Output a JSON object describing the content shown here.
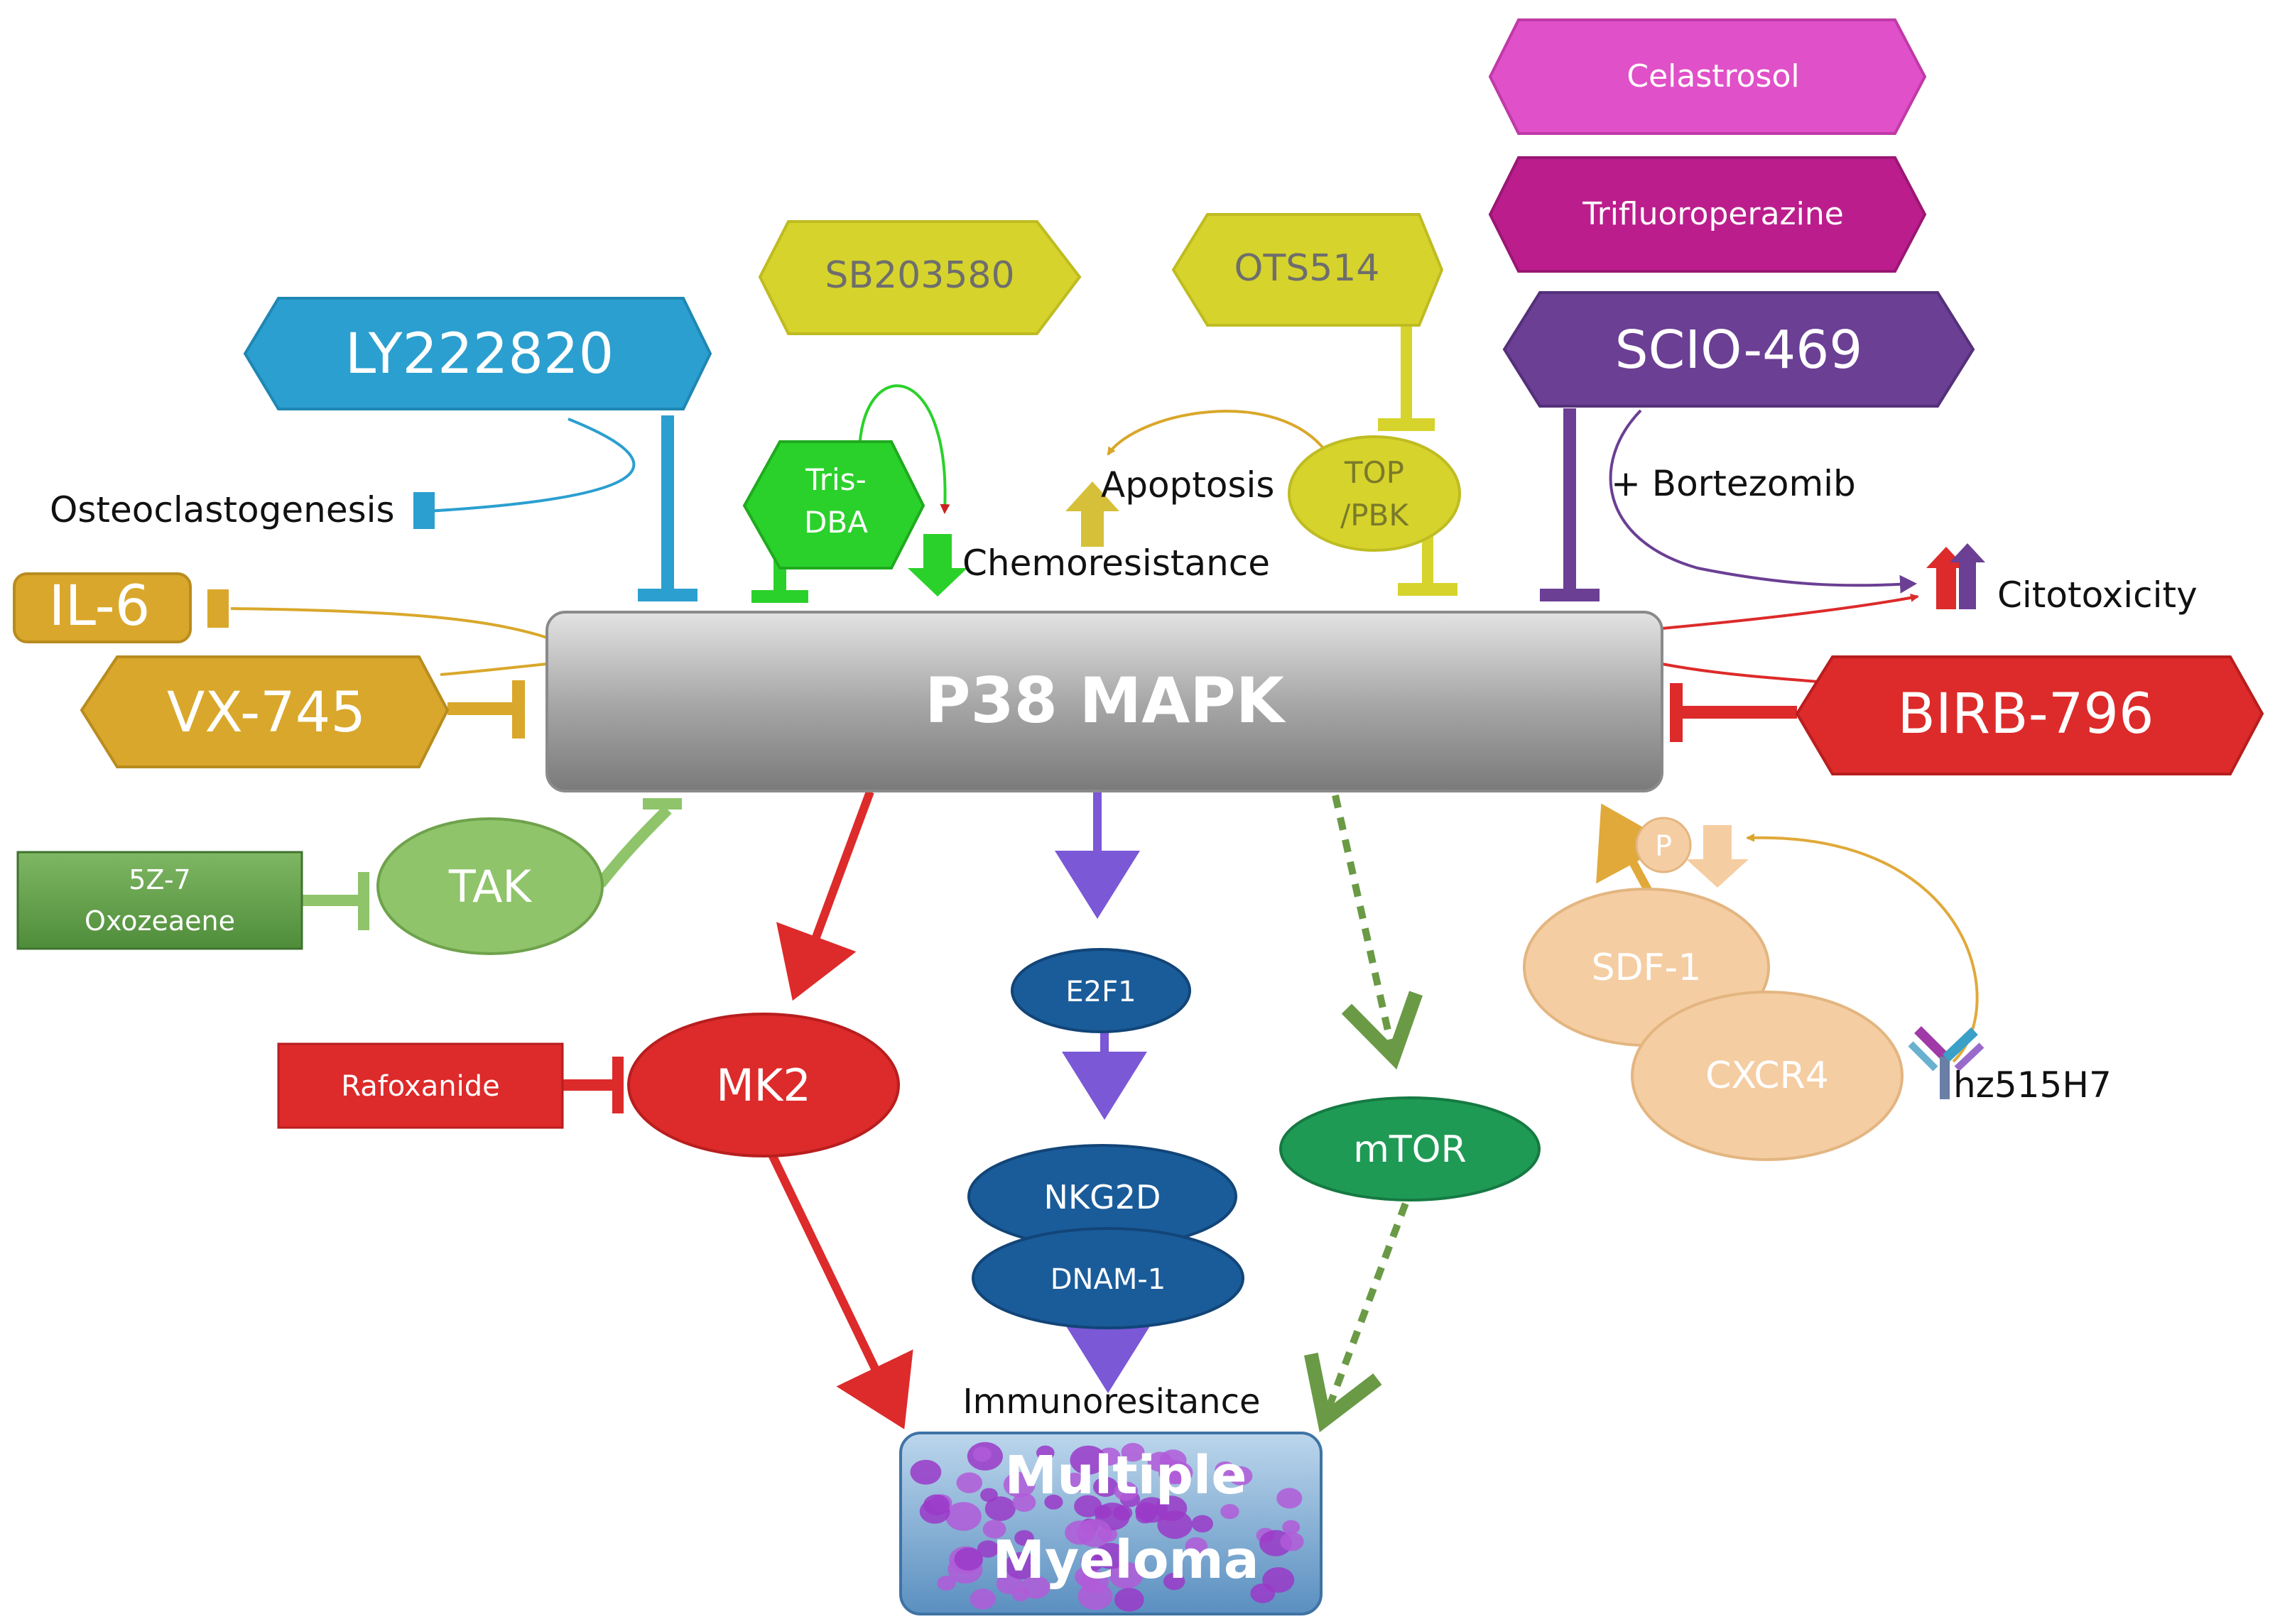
{
  "center": {
    "label": "P38 MAPK"
  },
  "drugs": {
    "celastrosol": "Celastrosol",
    "trifluoroperazine": "Trifluoroperazine",
    "scio469": "SCIO-469",
    "sb203580": "SB203580",
    "ots514": "OTS514",
    "ly222820": "LY222820",
    "il6": "IL-6",
    "vx745": "VX-745",
    "birb796": "BIRB-796",
    "oxozeaene_line1": "5Z-7",
    "oxozeaene_line2": "Oxozeaene",
    "rafoxanide": "Rafoxanide",
    "trisdba_line1": "Tris-",
    "trisdba_line2": "DBA",
    "hz515h7": "hz515H7"
  },
  "nodes": {
    "tak": "TAK",
    "mk2": "MK2",
    "e2f1": "E2F1",
    "nkg2d": "NKG2D",
    "dnam1": "DNAM-1",
    "mtor": "mTOR",
    "sdf1": "SDF-1",
    "cxcr4": "CXCR4",
    "top_line1": "TOP",
    "top_line2": "/PBK",
    "phospho": "P"
  },
  "effects": {
    "osteoclastogenesis": "Osteoclastogenesis",
    "apoptosis": "Apoptosis",
    "chemoresistance": "Chemoresistance",
    "bortezomib": "+ Bortezomib",
    "citotoxicity": "Citotoxicity",
    "immunoresitance": "Immunoresitance"
  },
  "outcome": {
    "line1": "Multiple",
    "line2": "Myeloma"
  },
  "colors": {
    "red": "#dd2a2a",
    "blue": "#2b9fcf",
    "purple": "#6b3f94",
    "gold": "#d9a72b",
    "yellow": "#d6d32c",
    "green": "#2bd12b",
    "tak_green": "#8fc46a",
    "navy": "#1a5c9a",
    "mtor_green": "#1f9a55",
    "peach": "#f5cda2",
    "magenta": "#e050c8",
    "violet": "#bb1e8c"
  }
}
